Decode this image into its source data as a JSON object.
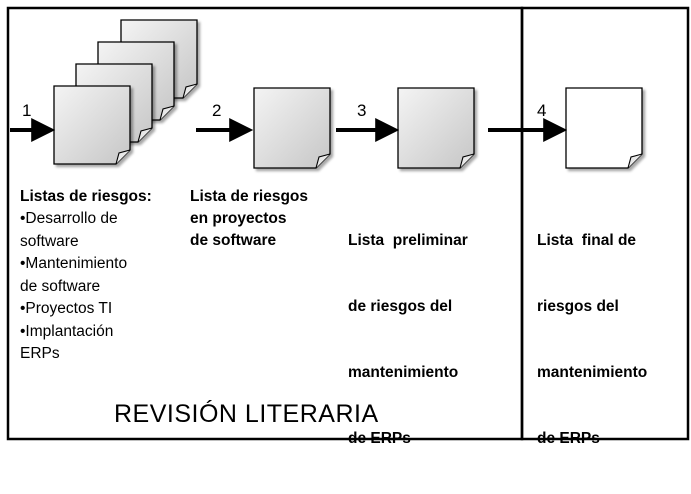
{
  "diagram": {
    "region_label": "REVISIÓN LITERARIA",
    "steps": [
      {
        "number": "1",
        "title": "Listas de riesgos:",
        "items": [
          "•Desarrollo de",
          "software",
          "•Mantenimiento",
          "de software",
          "•Proyectos TI",
          "•Implantación",
          "ERPs"
        ]
      },
      {
        "number": "2",
        "lines": [
          "Lista de riesgos",
          "en proyectos",
          "de software"
        ]
      },
      {
        "number": "3",
        "lines": [
          "Lista  preliminar",
          "de riesgos del",
          "mantenimiento",
          "de ERPs"
        ]
      },
      {
        "number": "4",
        "lines": [
          "Lista  final de",
          "riesgos del",
          "mantenimiento",
          "de ERPs"
        ]
      }
    ],
    "colors": {
      "doc_fill_top": "#f4f4f4",
      "doc_fill_bottom": "#c9c9c9",
      "final_doc_fill": "#ffffff",
      "stroke": "#000000"
    }
  }
}
